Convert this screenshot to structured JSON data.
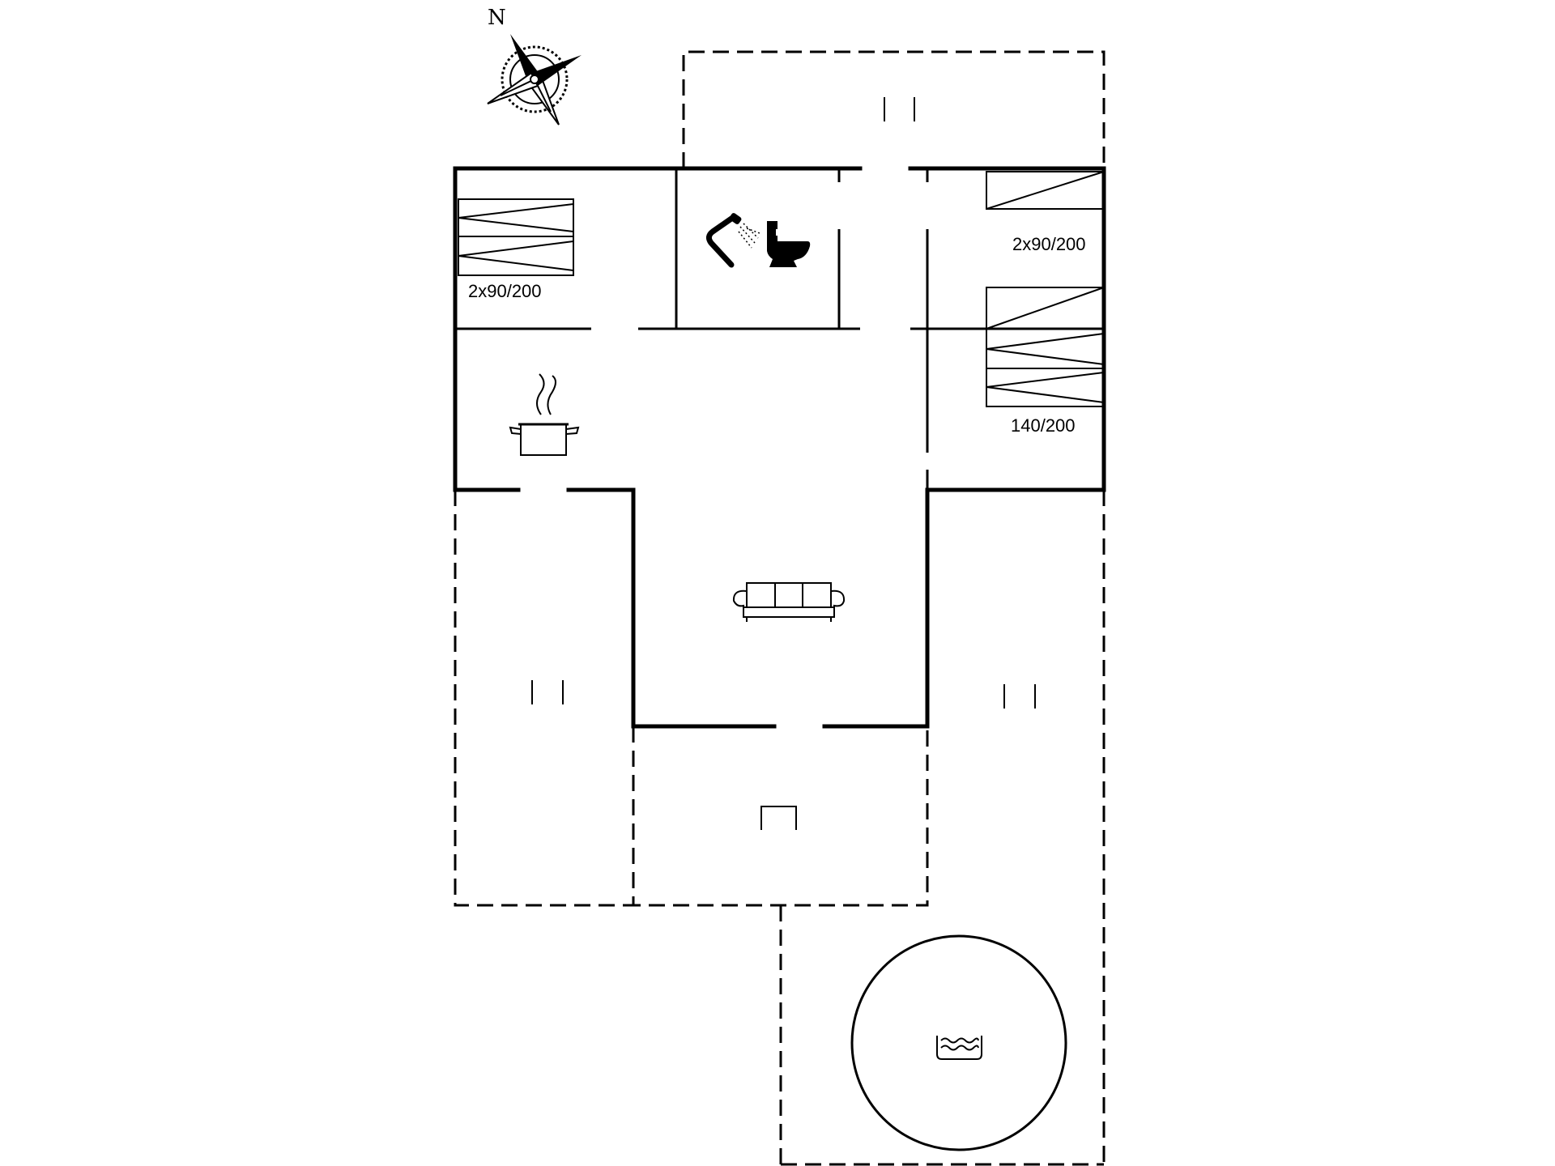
{
  "compass": {
    "label": "N",
    "icon": "compass-rose-icon"
  },
  "rooms": {
    "bedroom_nw": {
      "bed_label": "2x90/200",
      "icon": "twin-bed-icon"
    },
    "bathroom": {
      "icons": [
        "shower-icon",
        "toilet-icon"
      ]
    },
    "bedroom_ne_top": {
      "bed_label": "2x90/200",
      "icon": "twin-bed-icon"
    },
    "bedroom_ne_bottom": {
      "bed_label": "140/200",
      "icon": "double-bed-icon"
    },
    "kitchen": {
      "icon": "cooking-pot-icon"
    },
    "living_room": {
      "icon": "sofa-icon"
    }
  },
  "terraces": {
    "north": {
      "icon": "terrace-icon"
    },
    "west": {
      "icon": "terrace-icon"
    },
    "east": {
      "icon": "terrace-icon"
    },
    "south": {
      "icon": "covered-entrance-icon"
    }
  },
  "outdoor": {
    "pool_icon": "pool-icon"
  }
}
